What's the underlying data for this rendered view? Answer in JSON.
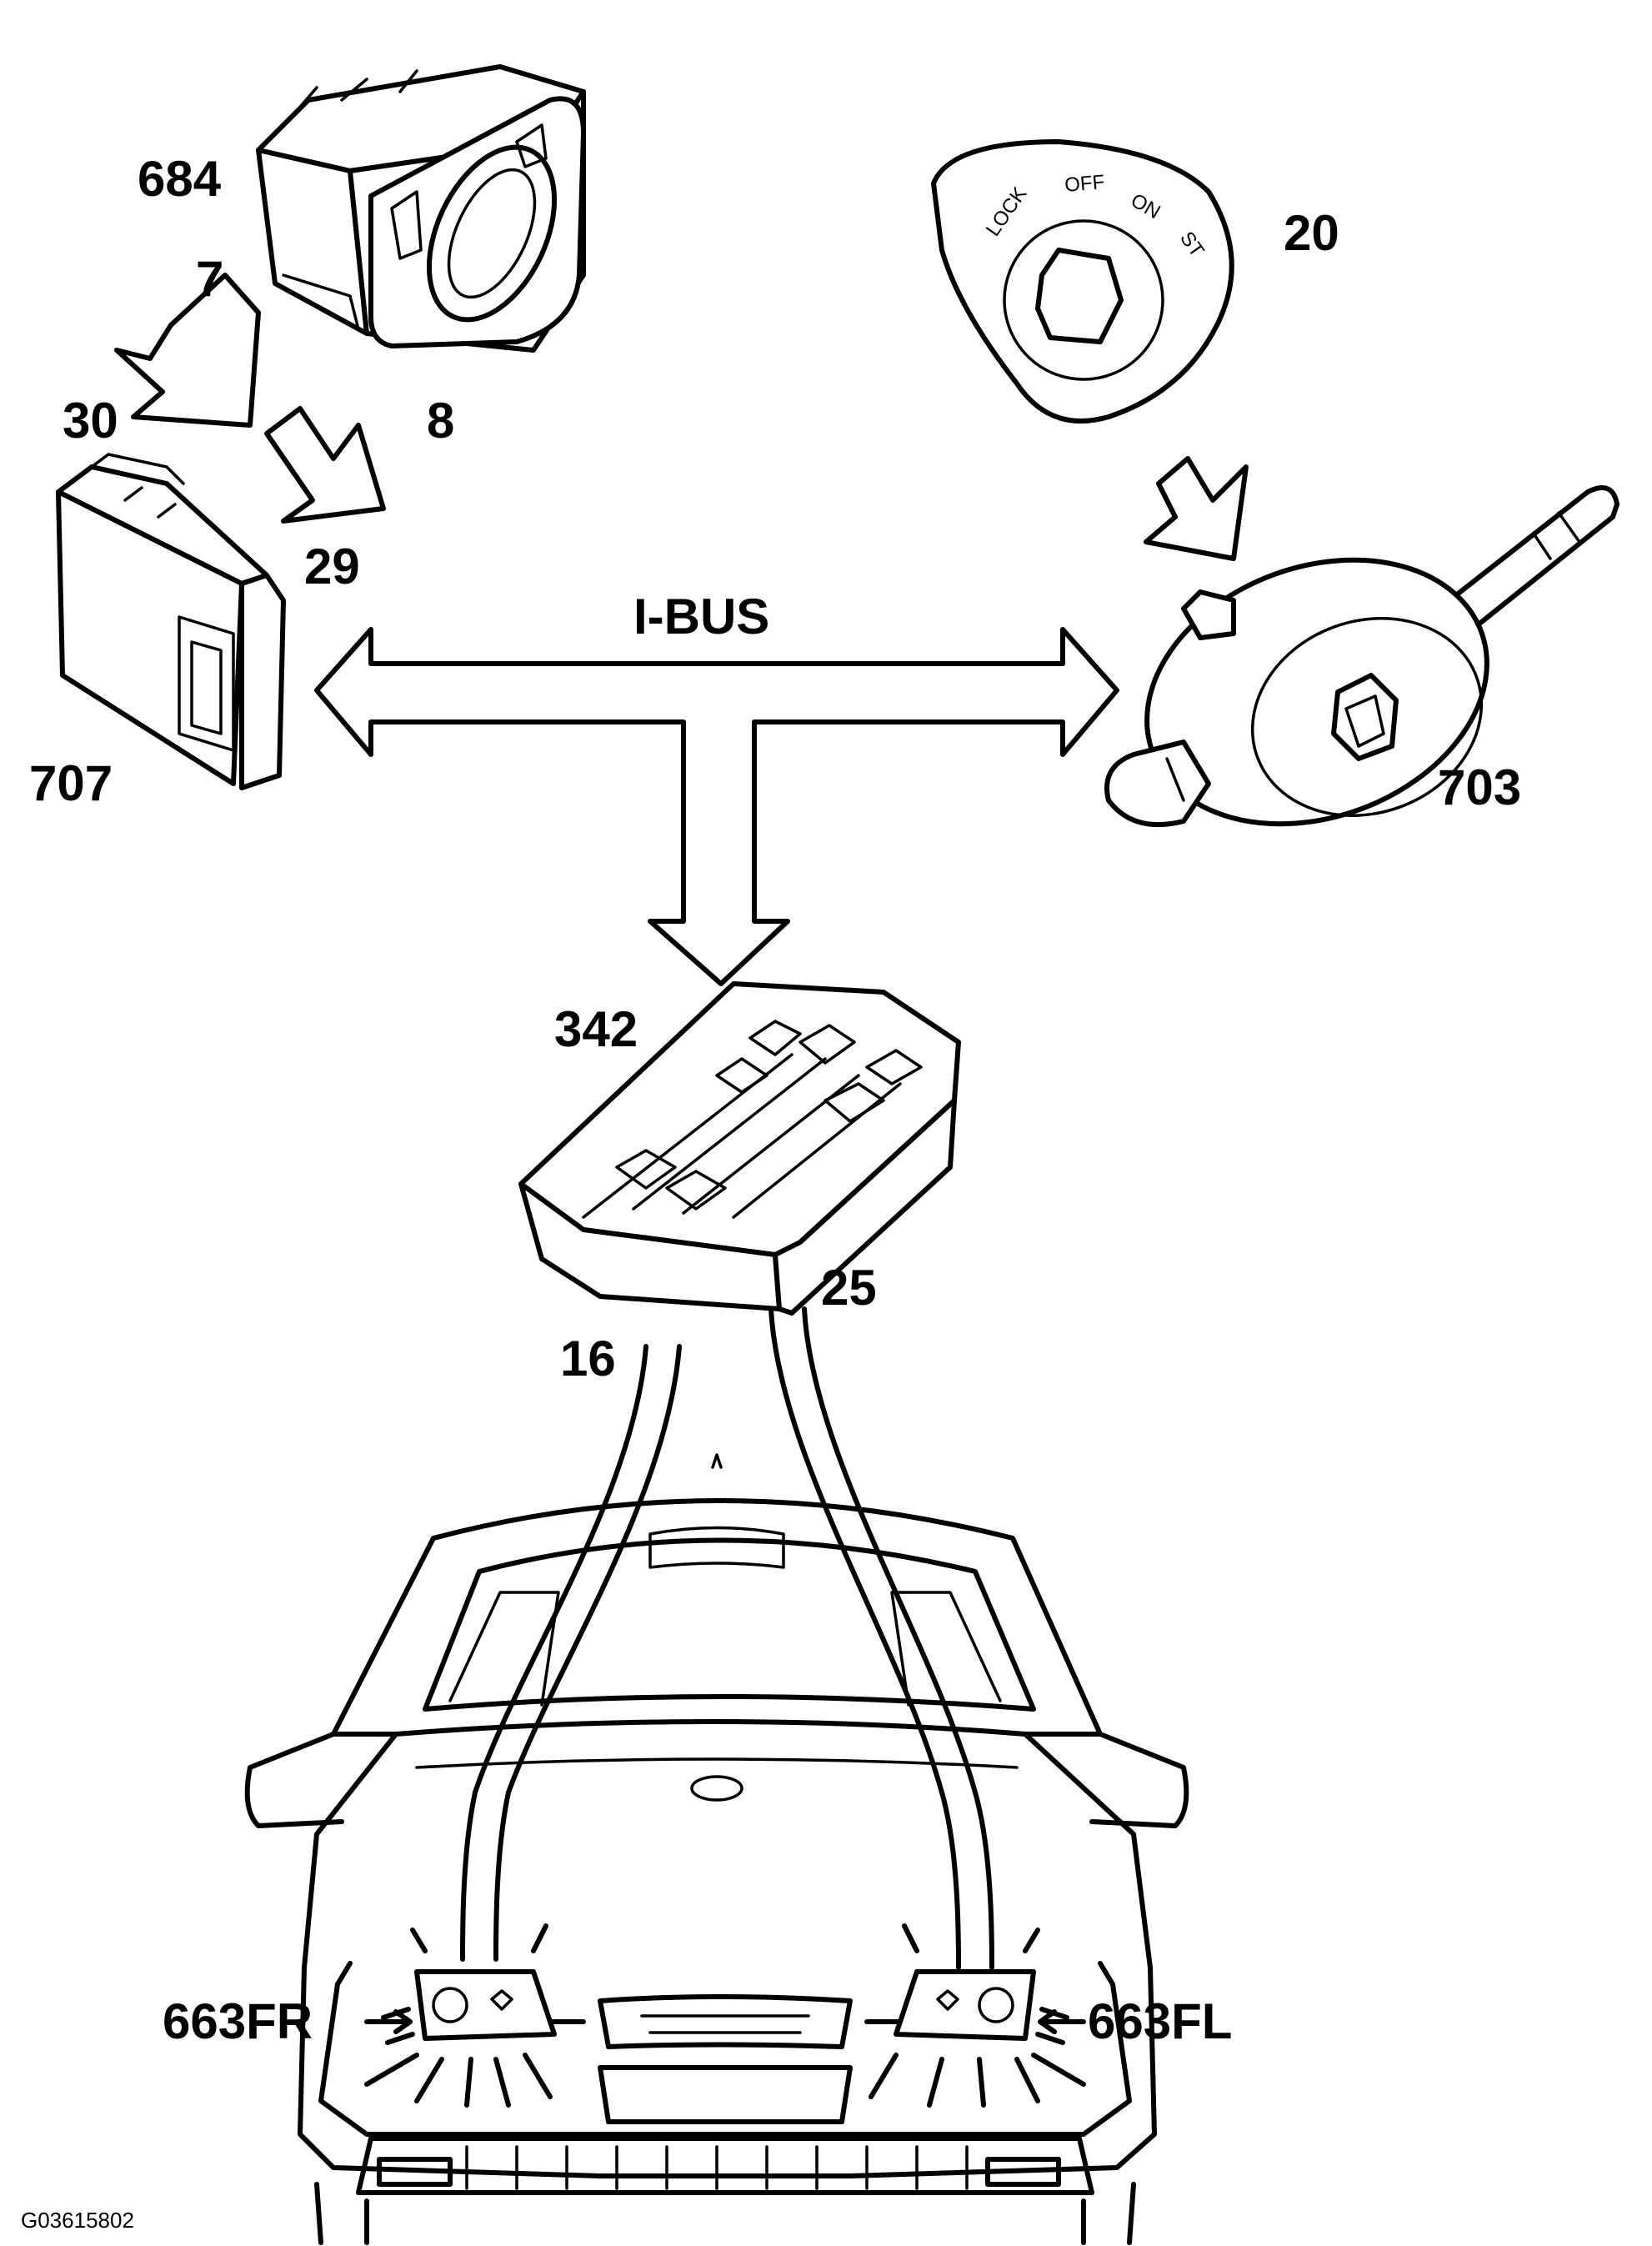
{
  "labels": {
    "headlight_switch": "684",
    "pin_7": "7",
    "pin_8": "8",
    "pin_30": "30",
    "pin_29": "29",
    "module_left": "707",
    "bus": "I-BUS",
    "ignition_switch": "20",
    "steering_switch": "703",
    "fuse_box": "342",
    "pin_25": "25",
    "pin_16": "16",
    "headlamp_right": "663FR",
    "headlamp_left": "663FL",
    "figure_id": "G03615802"
  },
  "ignition_positions": {
    "lock": "LOCK",
    "off": "OFF",
    "on": "ON",
    "start": "ST"
  }
}
